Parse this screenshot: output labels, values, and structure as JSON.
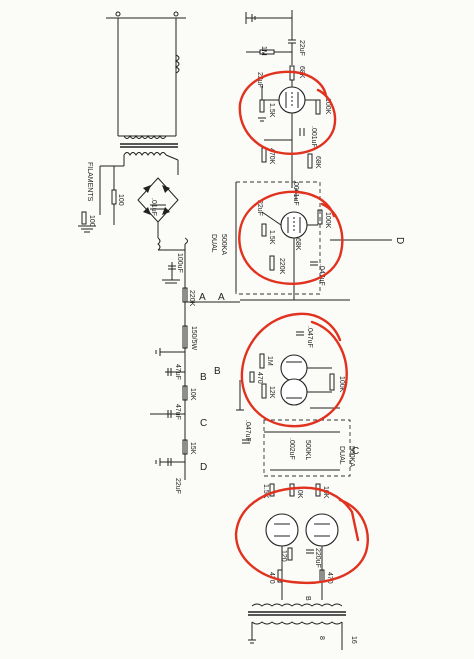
{
  "labels": {
    "r_1m_top": "1M",
    "c_22uf_top": "22uF",
    "r_68k_top": "68K",
    "r_100k_top": "100K",
    "r_1_5k_v1": "1.5K",
    "c_001uf": ".001uF",
    "r_470k": "470K",
    "r_68k_mid": "68K",
    "c_0001uf": ".0001uF",
    "c_22uf_v2": "22uF",
    "r_1_5k_v2": "1.5K",
    "r_100k_v2": "100K",
    "r_68k_v2": "68K",
    "c_047uf_v2": ".047uF",
    "r_220k": "220K",
    "pot_500ka": "500KA",
    "dual_1": "DUAL",
    "c_100uf": "100uF",
    "r_220k_ps": "220K",
    "r_150_5w": "150/5W",
    "c_47uf_b": "47uF",
    "r_10k_ps": "10K",
    "c_47uf_c": "47uF",
    "r_15k_ps": "15K",
    "c_22uf_ps": "22uF",
    "r_1m_pi": "1M",
    "r_470_pi": "470",
    "r_12k_pi": "12K",
    "c_047uf_pi": ".047uF",
    "r_100k_pi": "100K",
    "c_047uf_pi2": ".047uF",
    "c_002uf": ".002uF",
    "pot_500kl": "500KL",
    "pot_500ka_2": "500KA",
    "dual_2": "DUAL",
    "r_1_5k_pa": "1.5K",
    "r_10k_pa_l": "10K",
    "r_10k_pa_r": "10K",
    "r_120_pa": "120",
    "c_220uf_pa": "220uF",
    "r_470_pa_l": "470",
    "r_470_pa_r": "470",
    "filaments": "FILAMENTS",
    "r_100_fil": "100",
    "r_100_fil2": "100",
    "c_01uf": ".01uF",
    "node_a": "A",
    "node_b": "B",
    "node_c": "C",
    "node_d": "D",
    "node_b_ps": "B",
    "node_c_ps": "C",
    "node_d_ps": "D",
    "node_b_out": "B",
    "out_16": "16",
    "out_8": "8"
  }
}
